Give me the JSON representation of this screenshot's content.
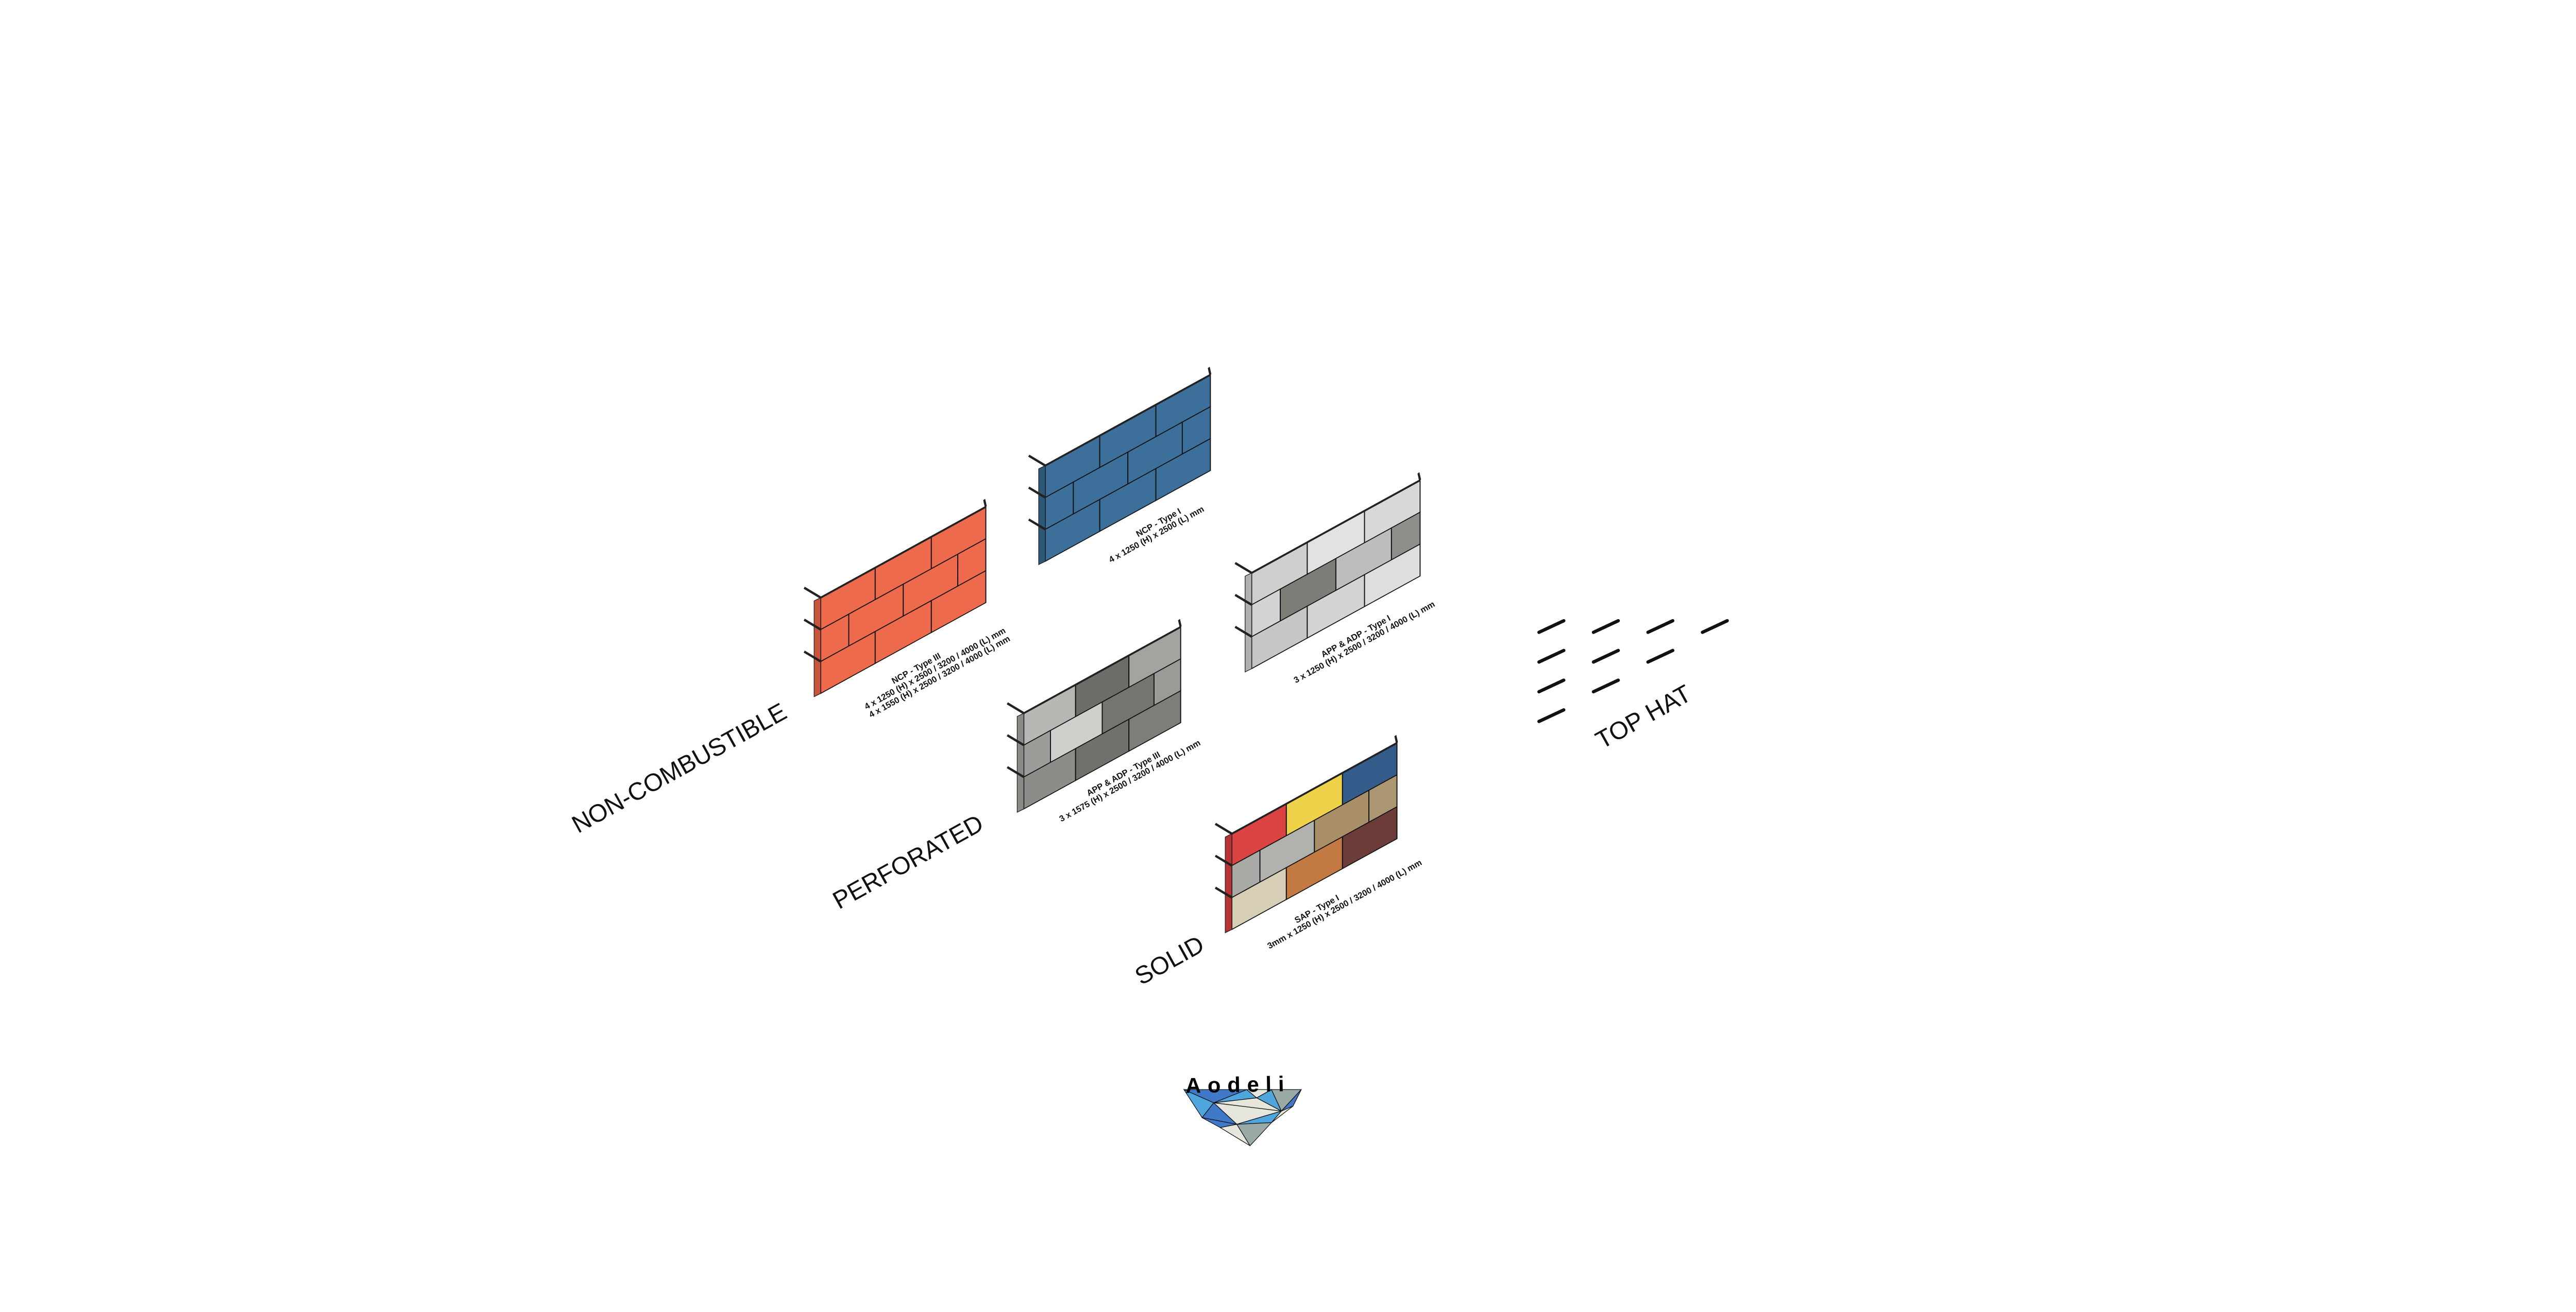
{
  "categories": {
    "non_combustible": "NON-COMBUSTIBLE",
    "perforated": "PERFORATED",
    "solid": "SOLID",
    "top_hat": "TOP HAT"
  },
  "walls": [
    {
      "id": "ncp-type-3",
      "title": "NCP - Type III",
      "specs": [
        "4 x 1250 (H) x 2500 / 3200 / 4000 (L) mm",
        "4 x 1550 (H) x 2500 / 3200 / 4000 (L) mm"
      ],
      "side_color": "#c9533b",
      "rows": [
        [
          {
            "to": 0.33,
            "color": "#ed6a4c"
          },
          {
            "to": 0.67,
            "color": "#ed6a4c"
          },
          {
            "to": 1,
            "color": "#ed6a4c"
          }
        ],
        [
          {
            "to": 0.17,
            "color": "#ed6a4c"
          },
          {
            "to": 0.5,
            "color": "#ed6a4c"
          },
          {
            "to": 0.83,
            "color": "#ed6a4c"
          },
          {
            "to": 1,
            "color": "#ed6a4c"
          }
        ],
        [
          {
            "to": 0.33,
            "color": "#ed6a4c"
          },
          {
            "to": 0.67,
            "color": "#ed6a4c"
          },
          {
            "to": 1,
            "color": "#ed6a4c"
          }
        ]
      ]
    },
    {
      "id": "ncp-type-1",
      "title": "NCP - Type I",
      "specs": [
        "4 x 1250 (H) x 2500 (L) mm"
      ],
      "side_color": "#2d5878",
      "rows": [
        [
          {
            "to": 0.33,
            "color": "#3c6f99"
          },
          {
            "to": 0.67,
            "color": "#3c6f99"
          },
          {
            "to": 1,
            "color": "#3c6f99"
          }
        ],
        [
          {
            "to": 0.17,
            "color": "#3c6f99"
          },
          {
            "to": 0.5,
            "color": "#3c6f99"
          },
          {
            "to": 0.83,
            "color": "#3c6f99"
          },
          {
            "to": 1,
            "color": "#3c6f99"
          }
        ],
        [
          {
            "to": 0.33,
            "color": "#3c6f99"
          },
          {
            "to": 0.67,
            "color": "#3c6f99"
          },
          {
            "to": 1,
            "color": "#3c6f99"
          }
        ]
      ]
    },
    {
      "id": "app-adp-type-1",
      "title": "APP & ADP - Type I",
      "specs": [
        "3 x 1250 (H) x 2500 / 3200 / 4000 (L) mm"
      ],
      "side_color": "#b0b0b0",
      "rows": [
        [
          {
            "to": 0.33,
            "color": "#cfcfcf"
          },
          {
            "to": 0.67,
            "color": "#e2e2e2"
          },
          {
            "to": 1,
            "color": "#d8d8d8"
          }
        ],
        [
          {
            "to": 0.17,
            "color": "#d3d3d3"
          },
          {
            "to": 0.5,
            "color": "#7d7d77"
          },
          {
            "to": 0.83,
            "color": "#bdbdbb"
          },
          {
            "to": 1,
            "color": "#8e8e8a"
          }
        ],
        [
          {
            "to": 0.33,
            "color": "#c6c6c6"
          },
          {
            "to": 0.67,
            "color": "#d4d4d4"
          },
          {
            "to": 1,
            "color": "#dedede"
          }
        ]
      ]
    },
    {
      "id": "app-adp-type-3",
      "title": "APP & ADP - Type III",
      "specs": [
        "3 x 1575 (H) x 2500 / 3200 / 4000 (L) mm"
      ],
      "side_color": "#8a8a86",
      "rows": [
        [
          {
            "to": 0.33,
            "color": "#b7b7b3"
          },
          {
            "to": 0.67,
            "color": "#6d6d67"
          },
          {
            "to": 1,
            "color": "#a3a39f"
          }
        ],
        [
          {
            "to": 0.17,
            "color": "#9c9c98"
          },
          {
            "to": 0.5,
            "color": "#cfcfcb"
          },
          {
            "to": 0.83,
            "color": "#75756f"
          },
          {
            "to": 1,
            "color": "#9a9a96"
          }
        ],
        [
          {
            "to": 0.33,
            "color": "#8c8c88"
          },
          {
            "to": 0.67,
            "color": "#71716b"
          },
          {
            "to": 1,
            "color": "#7e7e78"
          }
        ]
      ]
    },
    {
      "id": "sap-type-1",
      "title": "SAP - Type I",
      "specs": [
        "3mm x 1250 (H) x 2500 / 3200 / 4000 (L) mm"
      ],
      "side_color": "#b83434",
      "rows": [
        [
          {
            "to": 0.33,
            "color": "#db4242"
          },
          {
            "to": 0.67,
            "color": "#eed24a"
          },
          {
            "to": 1,
            "color": "#345c8a"
          }
        ],
        [
          {
            "to": 0.17,
            "color": "#a9a9a5"
          },
          {
            "to": 0.5,
            "color": "#b1b1ad"
          },
          {
            "to": 0.83,
            "color": "#a88f68"
          },
          {
            "to": 1,
            "color": "#ad9672"
          }
        ],
        [
          {
            "to": 0.33,
            "color": "#d6cfb6"
          },
          {
            "to": 0.67,
            "color": "#c37a42"
          },
          {
            "to": 1,
            "color": "#6b3c38"
          }
        ]
      ]
    }
  ],
  "logo": {
    "brand": "Aodeli",
    "colors": [
      "#4ea6dc",
      "#3f79c8",
      "#e6e6dc",
      "#9aaaa6"
    ]
  }
}
